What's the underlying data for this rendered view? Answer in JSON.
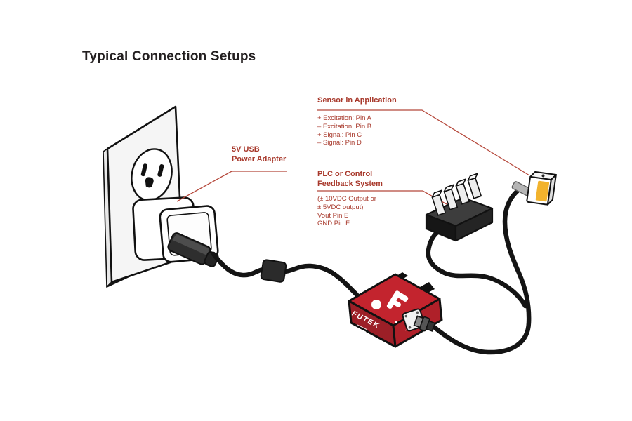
{
  "title": "Typical Connection Setups",
  "labels": {
    "usb": {
      "line1": "5V USB",
      "line2": "Power Adapter"
    },
    "sensor": {
      "title": "Sensor in Application",
      "pins": [
        "+ Excitation: Pin A",
        "–  Excitation: Pin B",
        "+ Signal: Pin C",
        "–  Signal: Pin D"
      ]
    },
    "plc": {
      "title_line1": "PLC or Control",
      "title_line2": "Feedback System",
      "details": [
        "(± 10VDC Output or",
        "± 5VDC output)",
        "Vout Pin E",
        "GND Pin F"
      ]
    }
  },
  "device": {
    "brand": "FUTEK"
  },
  "colors": {
    "accent_red_text": "#a8392c",
    "leader_line_red": "#b5473a",
    "device_body_red": "#c3242e",
    "cable_black": "#141414",
    "sensor_label_yellow": "#f2b32d"
  },
  "icons": {
    "futek_logo": "futek-bug-logo"
  }
}
